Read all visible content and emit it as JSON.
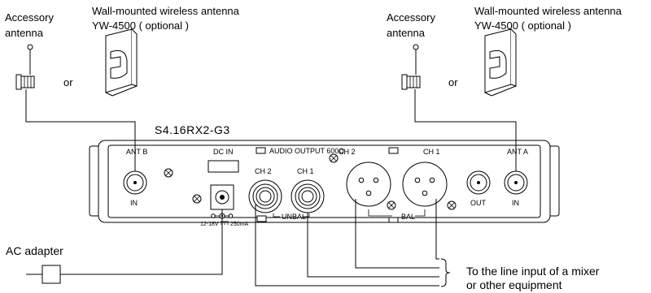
{
  "left_antenna": {
    "accessory_label_1": "Accessory",
    "accessory_label_2": "antenna",
    "or_label": "or",
    "wall_label_1": "Wall-mounted wireless antenna",
    "wall_label_2": "YW-4500 ( optional )"
  },
  "right_antenna": {
    "accessory_label_1": "Accessory",
    "accessory_label_2": "antenna",
    "or_label": "or",
    "wall_label_1": "Wall-mounted wireless antenna",
    "wall_label_2": "YW-4500 ( optional )"
  },
  "device": {
    "model": "S4.16RX2-G3",
    "ant_b": "ANT B",
    "ant_b_in": "IN",
    "dc_in": "DC IN",
    "dc_rating_voltage": "12-18V",
    "dc_rating_current": "250mA",
    "audio_output": "AUDIO OUTPUT 600Ω",
    "unbal_ch2": "CH 2",
    "unbal_ch1": "CH 1",
    "unbal_label": "UNBAL",
    "bal_ch2": "CH 2",
    "bal_ch1": "CH 1",
    "bal_label": "BAL",
    "ant_a": "ANT A",
    "out_label": "OUT",
    "in_label": "IN"
  },
  "ac_adapter": {
    "label": "AC adapter"
  },
  "output_note": {
    "line1": "To the line input of a mixer",
    "line2": "or other equipment"
  }
}
